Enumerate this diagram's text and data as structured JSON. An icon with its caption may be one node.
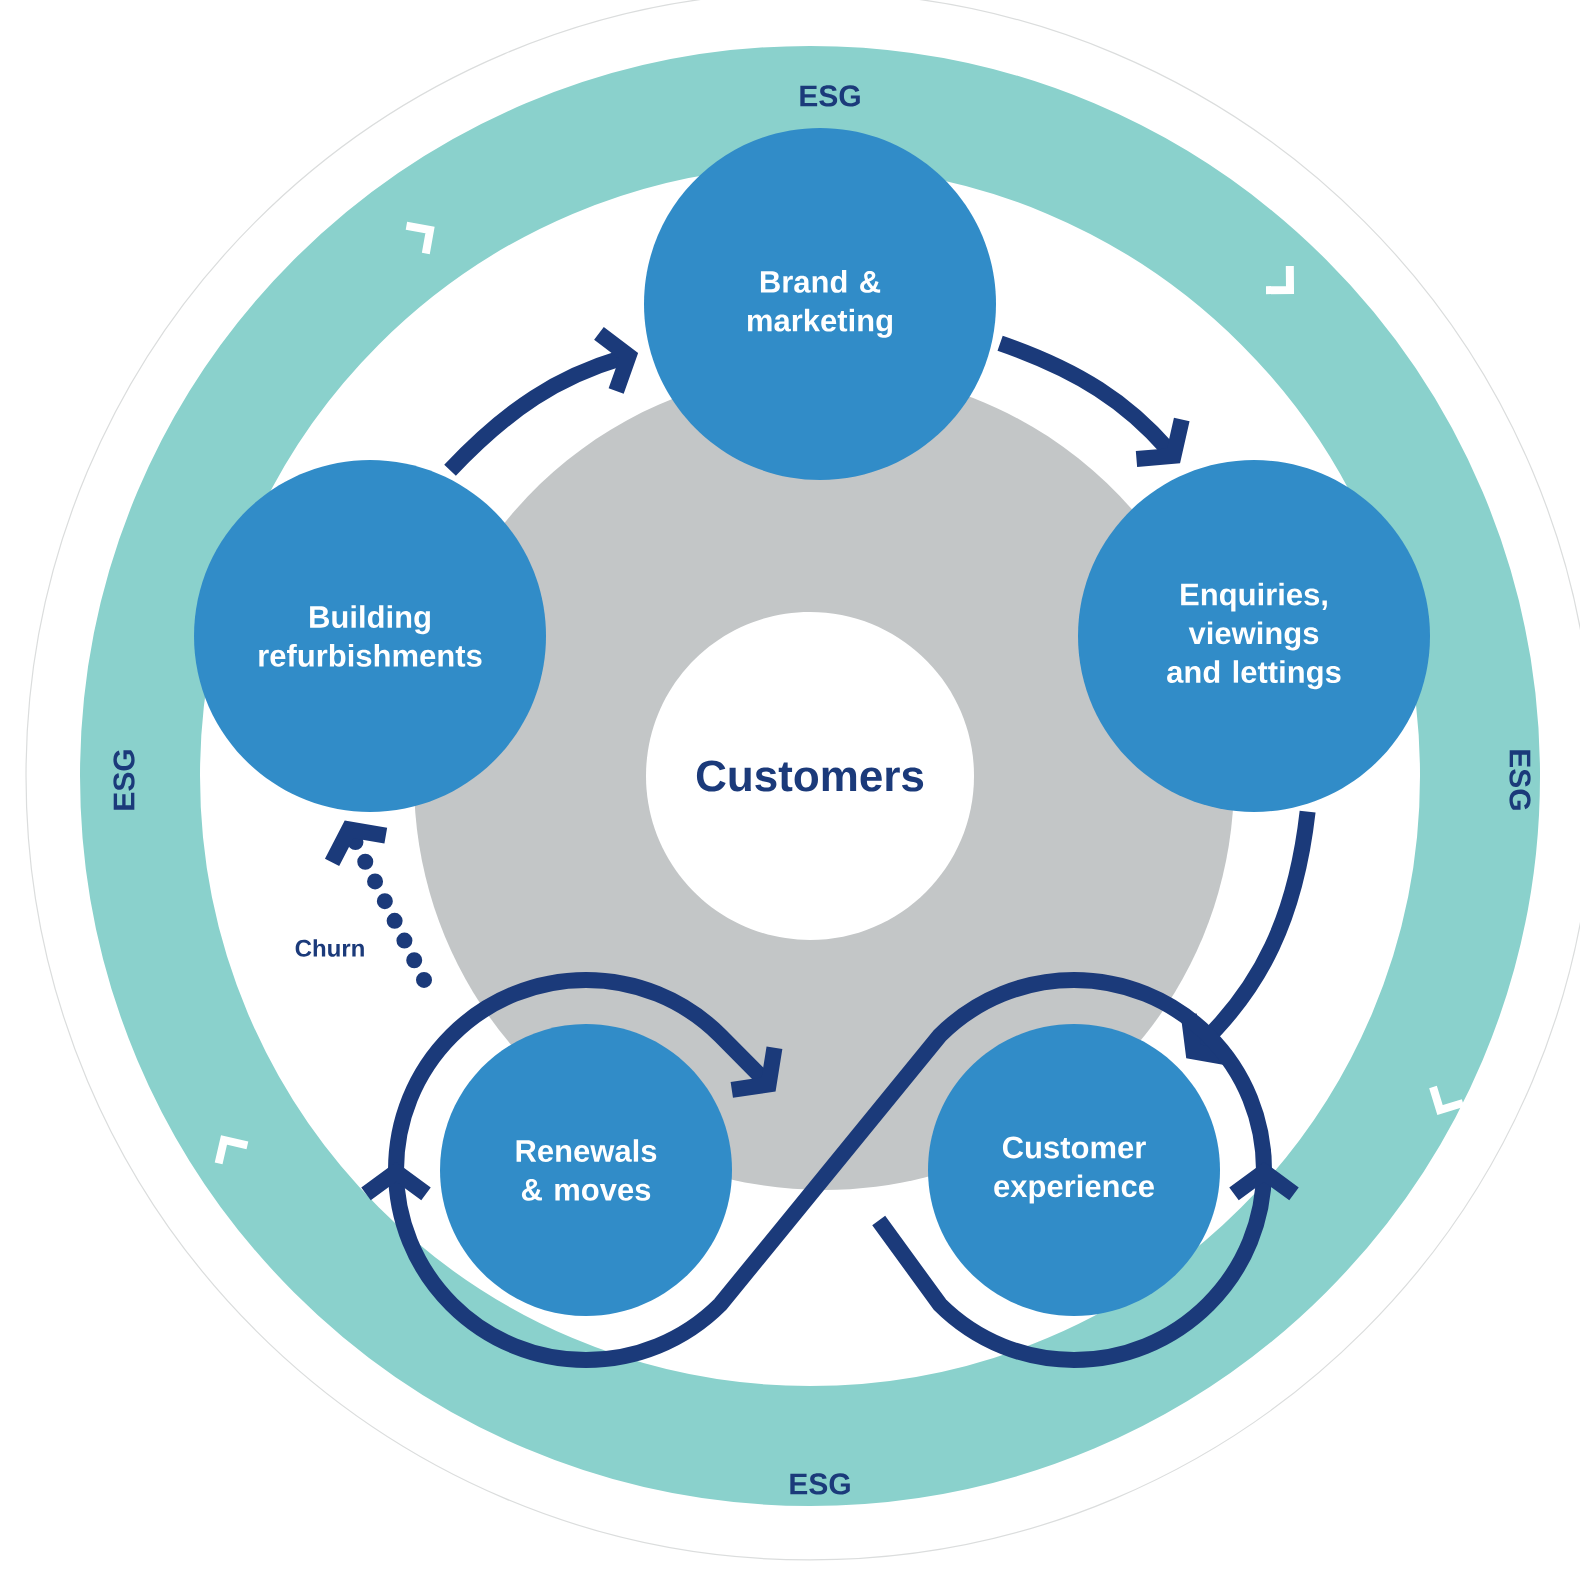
{
  "diagram": {
    "nodes": [
      {
        "text": [
          "Customers"
        ]
      },
      {
        "text": [
          "Brand & marketing"
        ]
      },
      {
        "text": [
          "Enquiries, viewings and lettings"
        ]
      },
      {
        "text": [
          "Customer experience"
        ]
      },
      {
        "text": [
          "Renewals & moves"
        ]
      },
      {
        "text": [
          "Building refurbishments"
        ]
      }
    ],
    "edges": [
      {
        "from": 5,
        "to": 1,
        "arrow": "to"
      },
      {
        "from": 1,
        "to": 2,
        "arrow": "to"
      },
      {
        "from": 2,
        "to": 3,
        "arrow": "to"
      },
      {
        "from": 3,
        "to": 4,
        "arrow": "to"
      },
      {
        "from": null,
        "to": 5,
        "arrow": "to",
        "style": "dashed",
        "label": "Churn"
      }
    ],
    "labels": [
      "ESG",
      "ESG",
      "ESG",
      "ESG"
    ]
  }
}
